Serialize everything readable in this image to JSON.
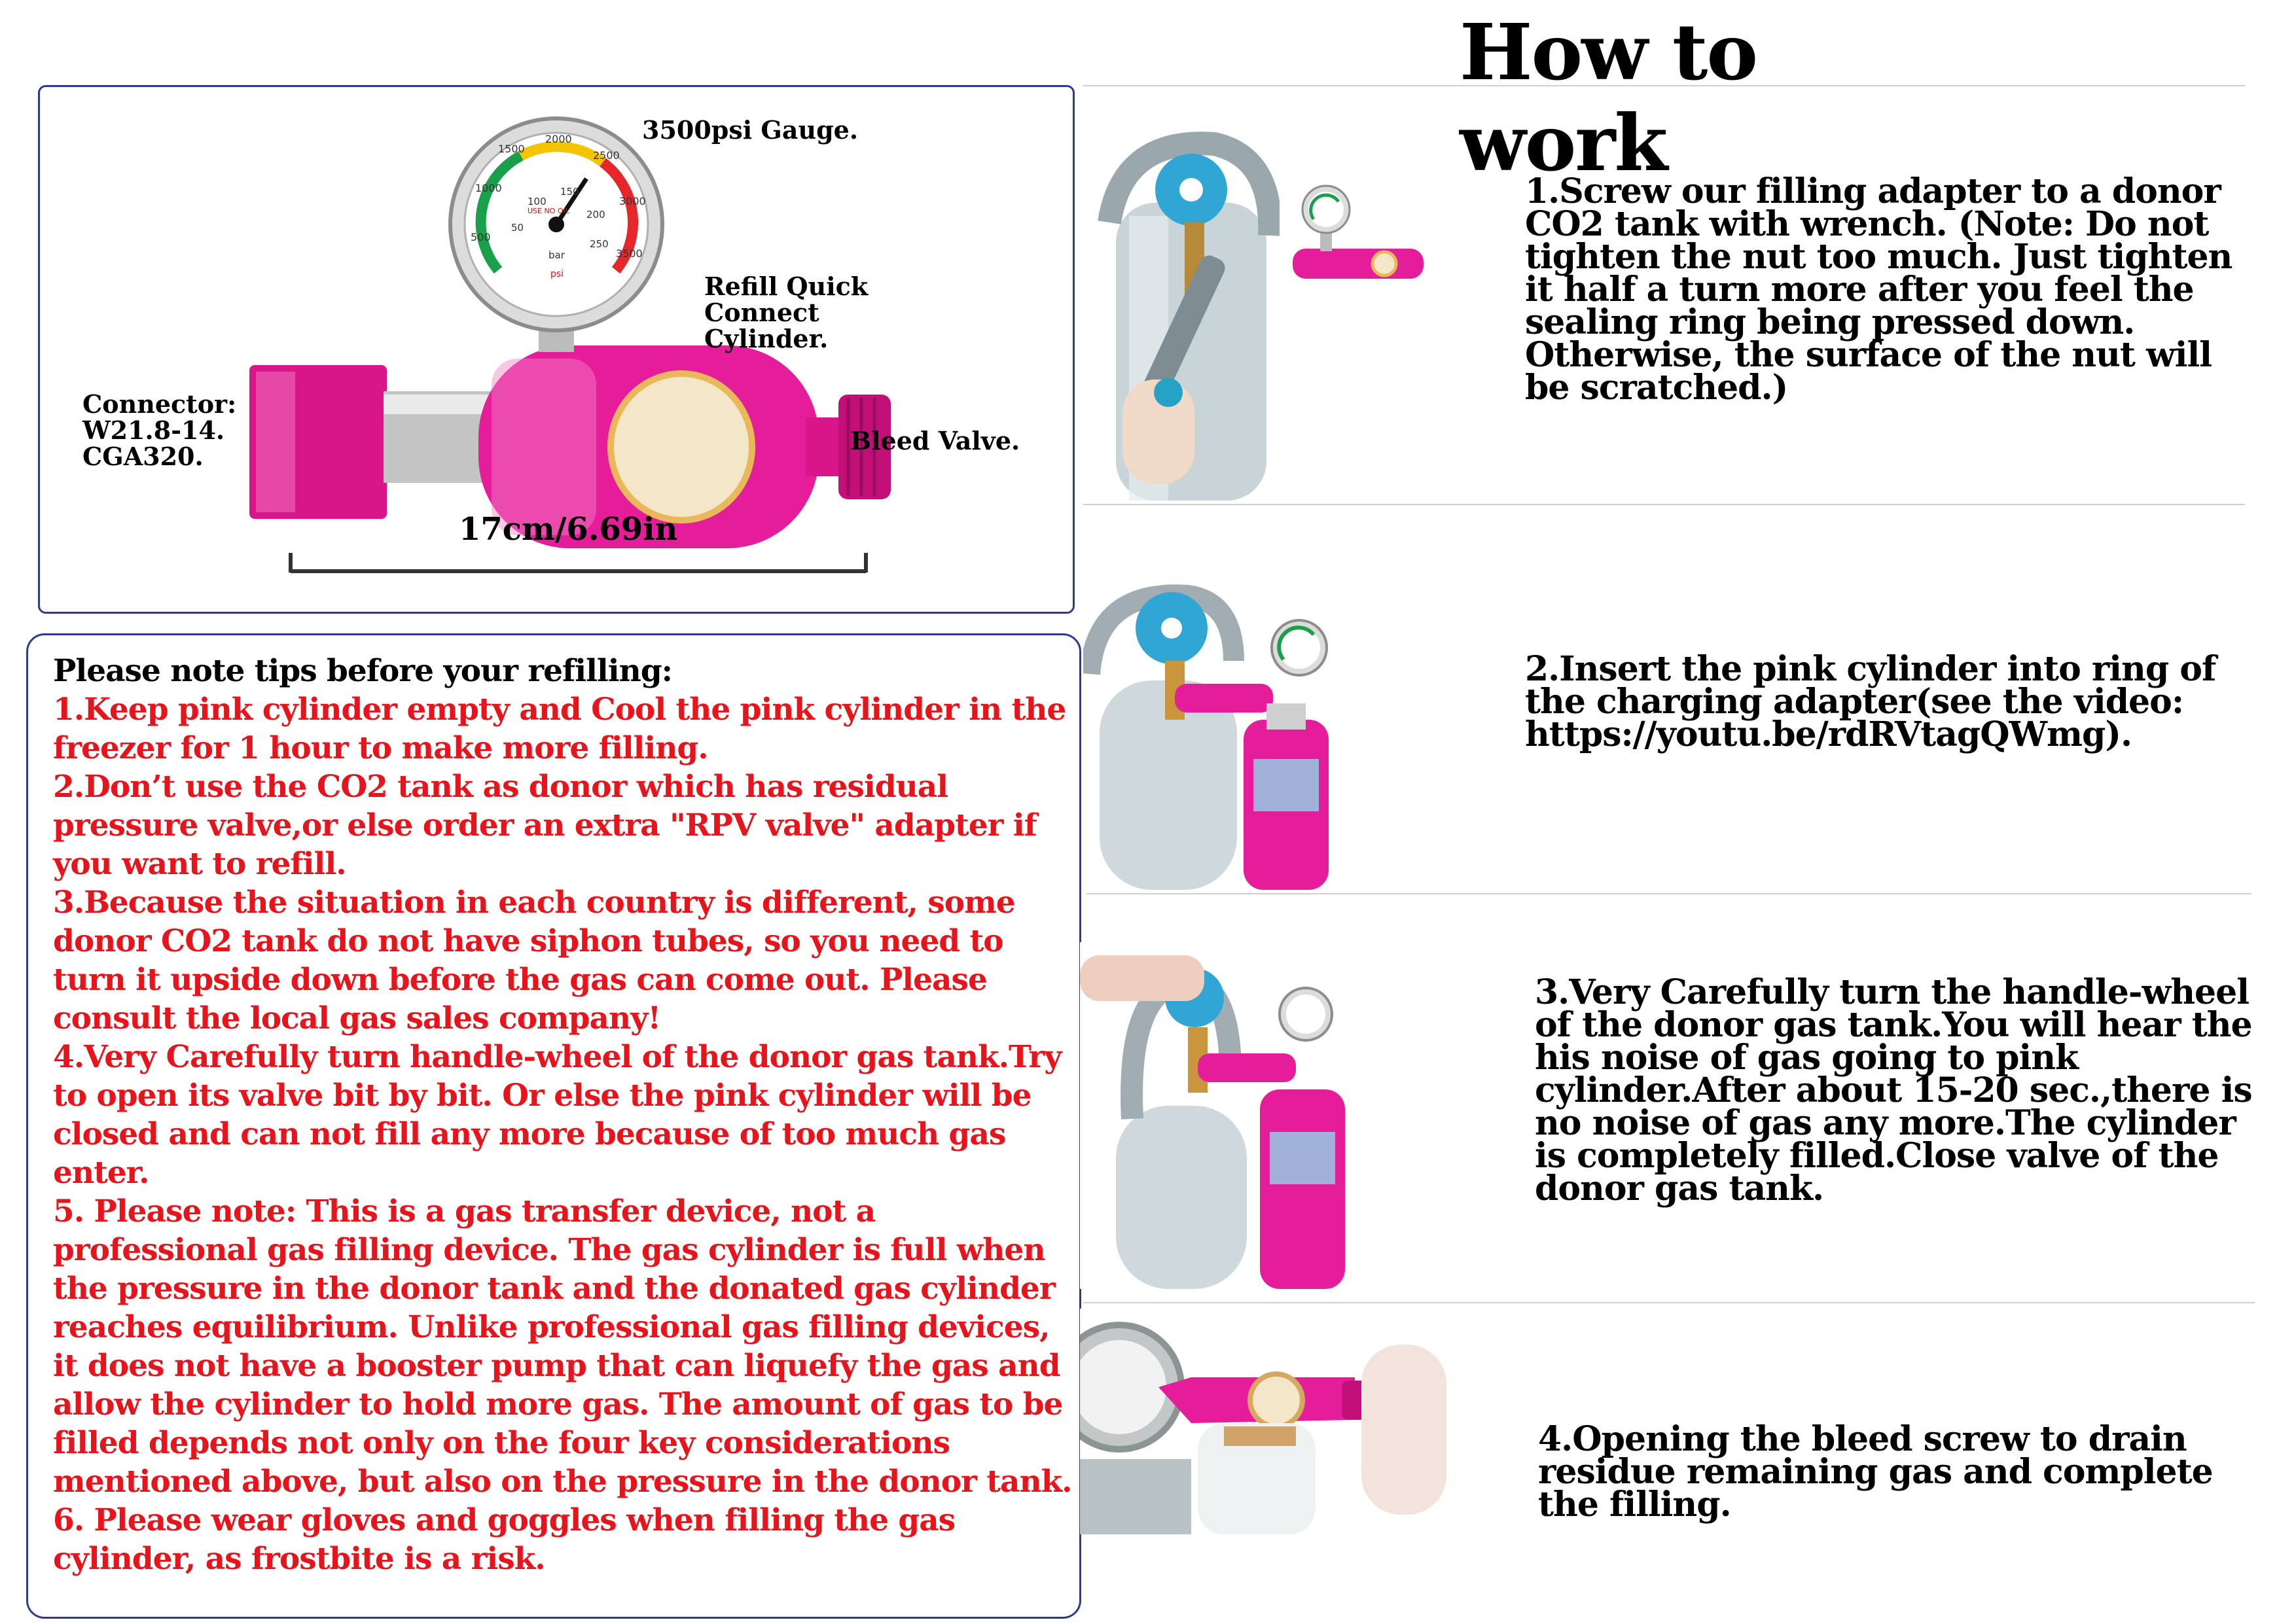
{
  "header": {
    "title": "How to work"
  },
  "diagram": {
    "gauge_label": "3500psi Gauge.",
    "refill_label": "Refill Quick\nConnect\nCylinder.",
    "connector_label": "Connector:\nW21.8-14.\nCGA320.",
    "bleed_label": "Bleed Valve.",
    "dimension_label": "17cm/6.69in",
    "gauge_face": {
      "psi_ticks": [
        "500",
        "1000",
        "1500",
        "2000",
        "2500",
        "3000",
        "3500"
      ],
      "bar_ticks": [
        "50",
        "100",
        "150",
        "200",
        "250"
      ],
      "unit_bar": "bar",
      "unit_psi": "psi",
      "warning": "USE NO OIL"
    }
  },
  "tips": {
    "heading": "Please note tips before your refilling:",
    "items": [
      "1.Keep pink cylinder empty and Cool the pink cylinder in the freezer for 1 hour to make more filling.",
      "2.Don’t use the CO2 tank as donor which has residual pressure valve,or else order an extra \"RPV valve\" adapter if you want to refill.",
      "3.Because the situation in each country is different, some donor CO2 tank do not have siphon tubes, so you need to turn it upside down before the gas can come out. Please consult the local gas sales company!",
      "4.Very Carefully turn handle-wheel of the donor gas tank.Try to open its valve bit by bit. Or else the pink cylinder will be closed and can not fill any more because of too much gas enter.",
      "5. Please note: This is a gas transfer device, not a professional gas filling device. The gas cylinder is full when the pressure in the donor tank and the donated gas cylinder reaches equilibrium. Unlike professional gas filling devices, it does not have a booster pump that can liquefy the gas and allow the cylinder to hold more gas. The amount of gas to be filled depends not only on the four key considerations mentioned above, but also on the pressure in the donor tank.",
      "6. Please wear gloves and goggles when filling the gas cylinder, as frostbite is a risk."
    ]
  },
  "steps": [
    "1.Screw our filling adapter to a donor CO2 tank with wrench. (Note: Do not tighten the nut too much. Just tighten it half a turn more after you feel the sealing ring being pressed down. Otherwise, the surface of the nut will be scratched.)",
    "2.Insert the pink cylinder into ring of the charging adapter(see the video: https://youtu.be/rdRVtagQWmg).",
    "3.Very Carefully turn the handle-wheel of the donor gas tank.You will hear the his noise of gas going to pink cylinder.After about 15-20 sec.,there is no noise of gas any more.The cylinder is completely filled.Close valve of the donor gas tank.",
    "4.Opening the bleed screw to drain residue remaining gas and complete the filling."
  ],
  "colors": {
    "accent_pink": "#e61d9a",
    "tip_red": "#e8141c",
    "frame_blue": "#2e3a8c",
    "valve_blue": "#2fa6d4"
  }
}
